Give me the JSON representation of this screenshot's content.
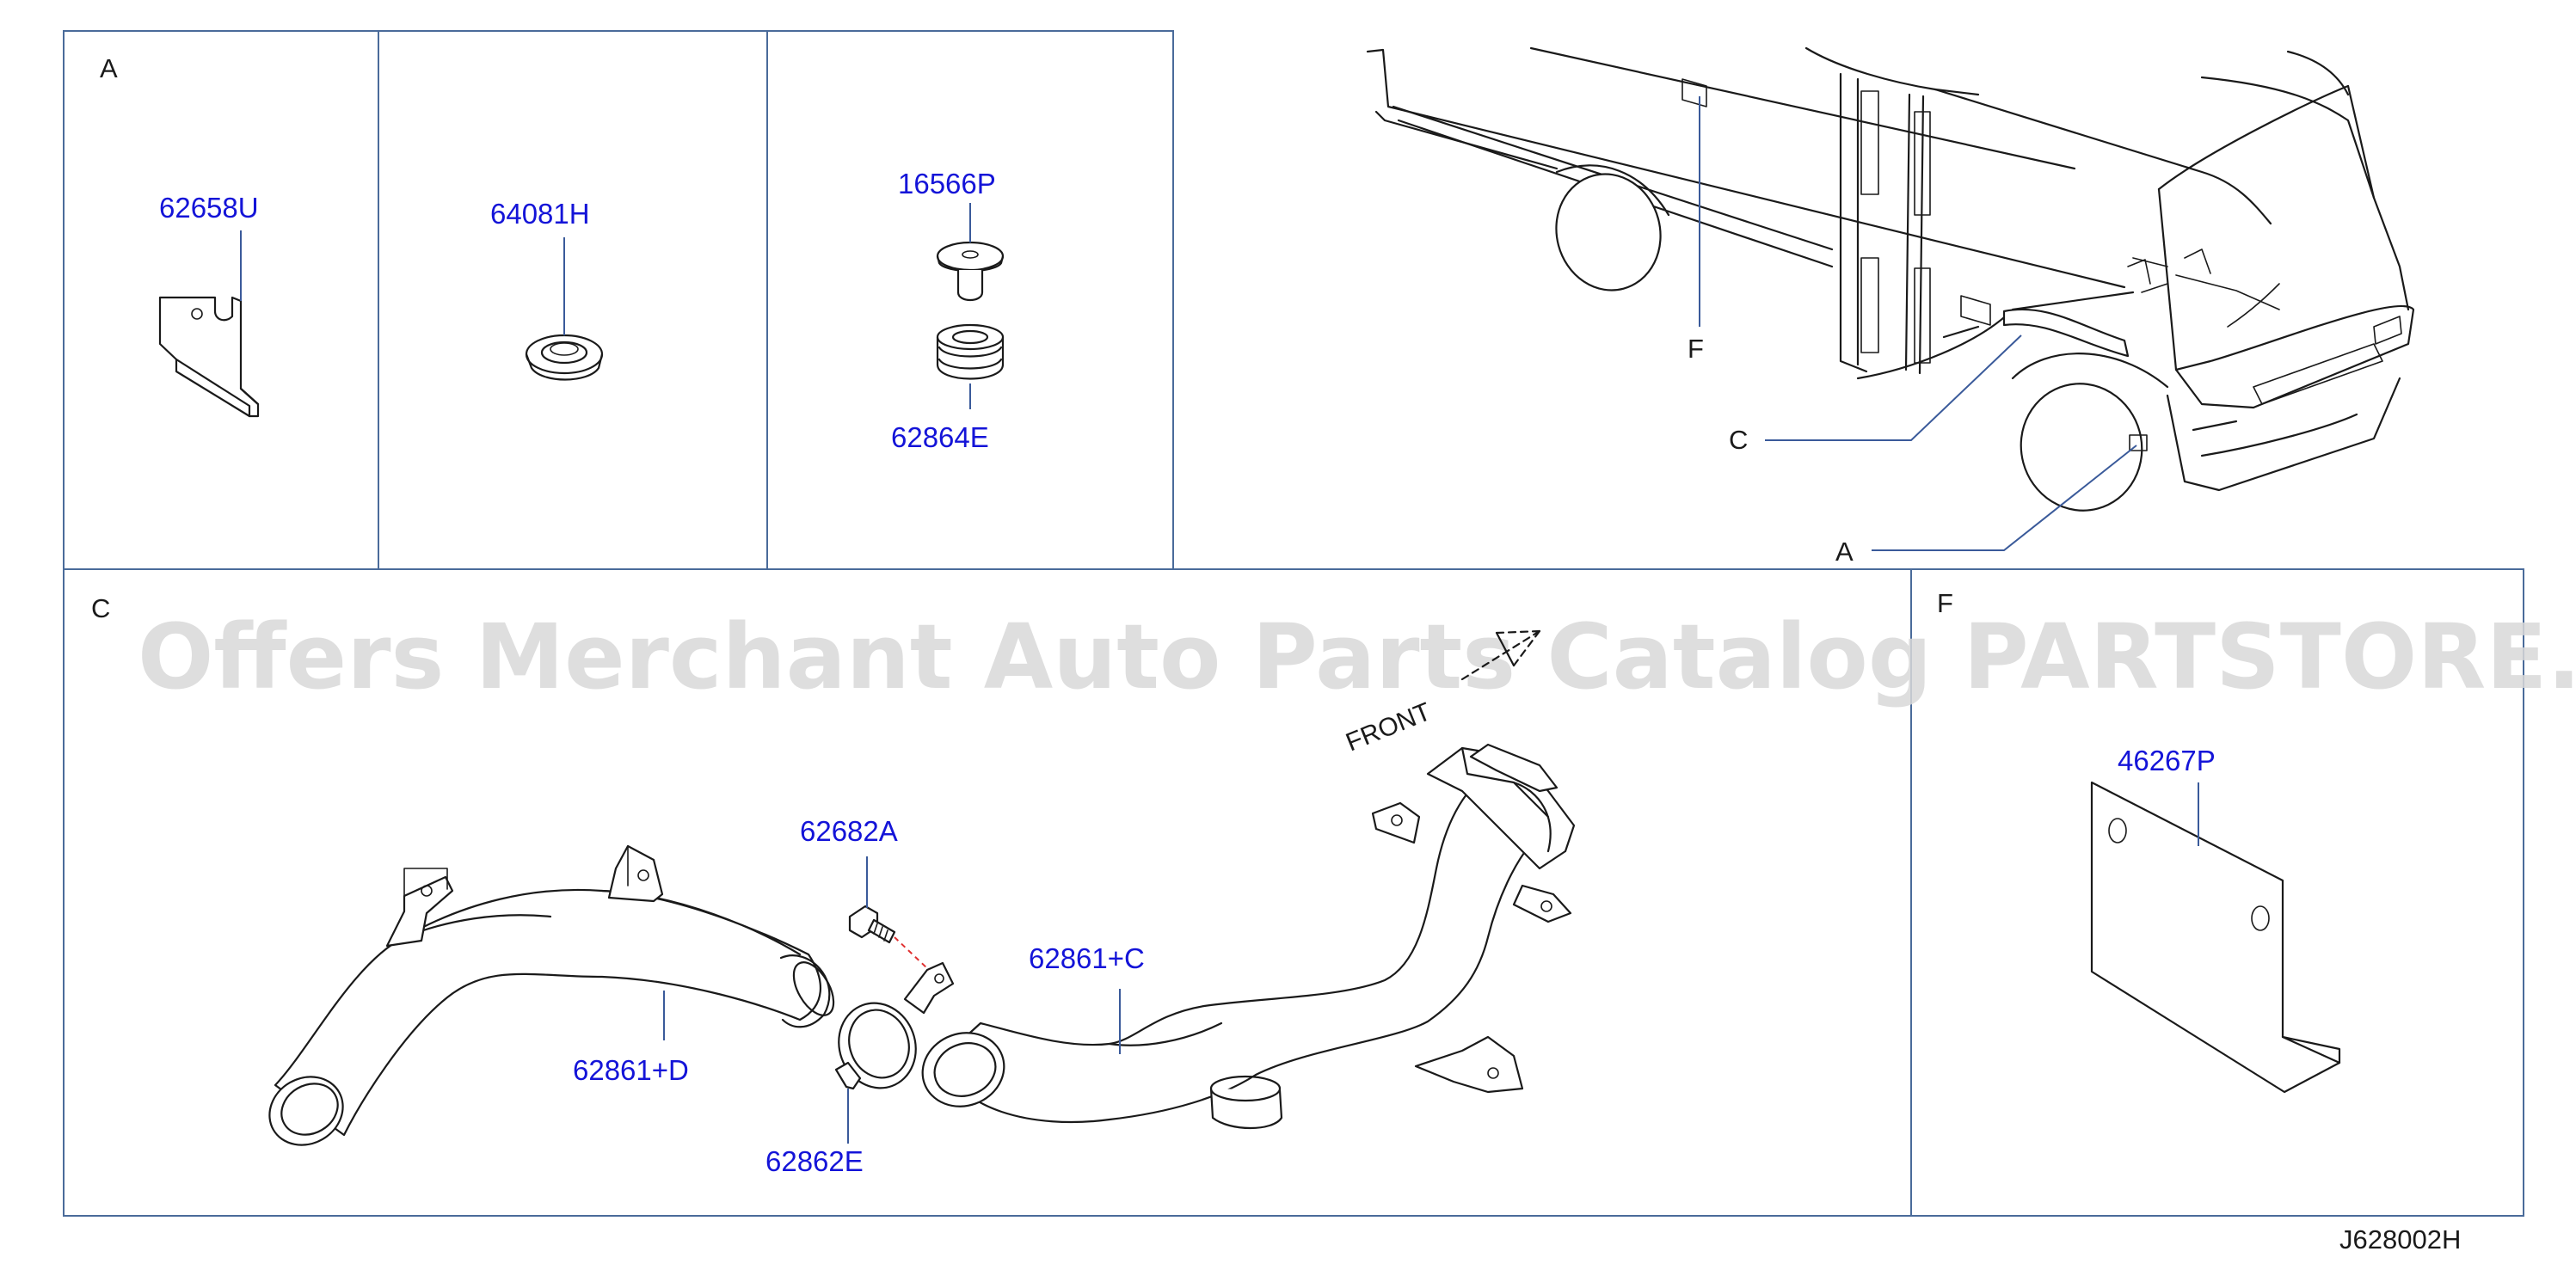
{
  "sections": {
    "a": {
      "label": "A"
    },
    "c": {
      "label": "C"
    },
    "f": {
      "label": "F"
    }
  },
  "parts": {
    "p62658U": "62658U",
    "p64081H": "64081H",
    "p16566P": "16566P",
    "p62864E": "62864E",
    "p62682A": "62682A",
    "p62861C": "62861+C",
    "p62861D": "62861+D",
    "p62862E": "62862E",
    "p46267P": "46267P"
  },
  "vehicle_callouts": {
    "f": "F",
    "c": "C",
    "a": "A"
  },
  "direction": {
    "front": "FRONT"
  },
  "watermark": "Offers Merchant Auto Parts Catalog PARTSTORE.SA",
  "drawing_code": "J628002H"
}
